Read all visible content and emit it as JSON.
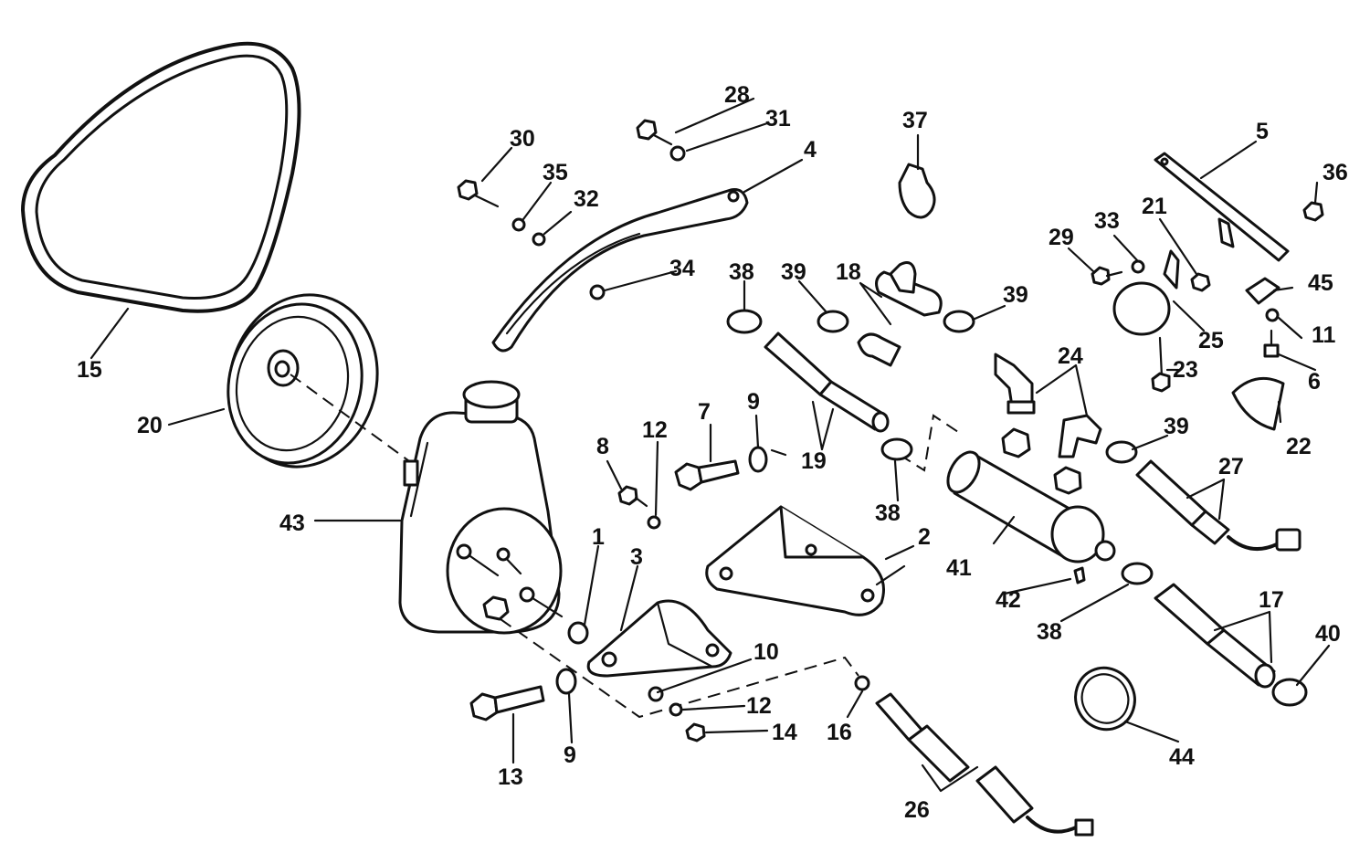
{
  "callouts": [
    {
      "id": "c1",
      "label": "1"
    },
    {
      "id": "c2",
      "label": "2"
    },
    {
      "id": "c3",
      "label": "3"
    },
    {
      "id": "c4",
      "label": "4"
    },
    {
      "id": "c5",
      "label": "5"
    },
    {
      "id": "c6",
      "label": "6"
    },
    {
      "id": "c7",
      "label": "7"
    },
    {
      "id": "c8",
      "label": "8"
    },
    {
      "id": "c9a",
      "label": "9"
    },
    {
      "id": "c9b",
      "label": "9"
    },
    {
      "id": "c10",
      "label": "10"
    },
    {
      "id": "c11",
      "label": "11"
    },
    {
      "id": "c12a",
      "label": "12"
    },
    {
      "id": "c12b",
      "label": "12"
    },
    {
      "id": "c13",
      "label": "13"
    },
    {
      "id": "c14",
      "label": "14"
    },
    {
      "id": "c15",
      "label": "15"
    },
    {
      "id": "c16",
      "label": "16"
    },
    {
      "id": "c17",
      "label": "17"
    },
    {
      "id": "c18",
      "label": "18"
    },
    {
      "id": "c19",
      "label": "19"
    },
    {
      "id": "c20",
      "label": "20"
    },
    {
      "id": "c21",
      "label": "21"
    },
    {
      "id": "c22",
      "label": "22"
    },
    {
      "id": "c23",
      "label": "23"
    },
    {
      "id": "c24",
      "label": "24"
    },
    {
      "id": "c25",
      "label": "25"
    },
    {
      "id": "c26",
      "label": "26"
    },
    {
      "id": "c27",
      "label": "27"
    },
    {
      "id": "c28",
      "label": "28"
    },
    {
      "id": "c29",
      "label": "29"
    },
    {
      "id": "c30",
      "label": "30"
    },
    {
      "id": "c31",
      "label": "31"
    },
    {
      "id": "c32",
      "label": "32"
    },
    {
      "id": "c33",
      "label": "33"
    },
    {
      "id": "c34",
      "label": "34"
    },
    {
      "id": "c35",
      "label": "35"
    },
    {
      "id": "c36",
      "label": "36"
    },
    {
      "id": "c37",
      "label": "37"
    },
    {
      "id": "c38a",
      "label": "38"
    },
    {
      "id": "c38b",
      "label": "38"
    },
    {
      "id": "c38c",
      "label": "38"
    },
    {
      "id": "c39a",
      "label": "39"
    },
    {
      "id": "c39b",
      "label": "39"
    },
    {
      "id": "c39c",
      "label": "39"
    },
    {
      "id": "c40",
      "label": "40"
    },
    {
      "id": "c41",
      "label": "41"
    },
    {
      "id": "c42",
      "label": "42"
    },
    {
      "id": "c43",
      "label": "43"
    },
    {
      "id": "c44",
      "label": "44"
    },
    {
      "id": "c45",
      "label": "45"
    }
  ],
  "colors": {
    "ink": "#111111",
    "paper": "#ffffff"
  }
}
